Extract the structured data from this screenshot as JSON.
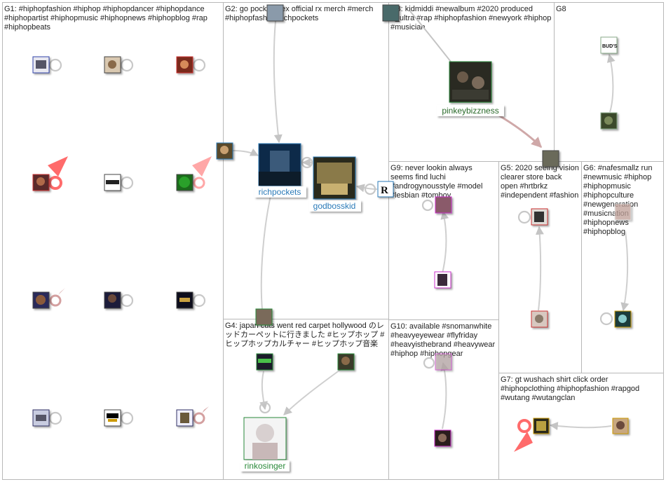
{
  "colors": {
    "panel_border": "#b8b8b8",
    "edge": "#cfcfcf",
    "edge_strong": "#cfa8a8",
    "self_loop": "#c8c8c8",
    "highlight_marker": "#ff6b6b",
    "label_blue": "#2a7ab8",
    "label_green": "#2a8a3a",
    "label_darkgreen": "#2a6a2a"
  },
  "groups": [
    {
      "id": "G1",
      "title": "G1: #hiphopfashion #hiphop #hiphopdancer #hiphopdance #hiphopartist #hiphopmusic #hiphopnews #hiphopblog #rap #hiphopbeats"
    },
    {
      "id": "G2",
      "title": "G2: go pockets tex official rx merch #merch #hiphopfashion richpockets"
    },
    {
      "id": "G3",
      "title": "G3: kidmiddi #newalbum #2020 produced tr_ultra #rap #hiphopfashion #newyork #hiphop #musician"
    },
    {
      "id": "G8",
      "title": "G8"
    },
    {
      "id": "G9",
      "title": "G9: never lookin always seems find luchi #androgynousstyle #model #lesbian #tomboy"
    },
    {
      "id": "G5",
      "title": "G5: 2020 seeing vision clearer store back open #hrtbrkz #independent #fashion"
    },
    {
      "id": "G6",
      "title": "G6: #nafesmallz run #newmusic #hiphop #hiphopmusic #hiphopculture #newgeneration #musicnation #hiphopnews #hiphopblog"
    },
    {
      "id": "G4",
      "title": "G4: japan cuts went red carpet hollywood のレッドカーペットに行きました #ヒップホップ #ヒップホップカルチャー #ヒップホップ音楽"
    },
    {
      "id": "G10",
      "title": "G10: available #snomanwhite #heavyeyewear #flyfriday #heavyisthebrand #heavywear #hiphop #hiphopgear"
    },
    {
      "id": "G7",
      "title": "G7: gt wushach shirt click order #hiphopclothing #hiphopfashion #rapgod #wutang #wutangclan"
    }
  ],
  "vertex_labels": {
    "richpockets": "richpockets",
    "godbosskid": "godbosskid",
    "pinkeybizzness": "pinkeybizzness",
    "rinkosinger": "rinkosinger"
  }
}
